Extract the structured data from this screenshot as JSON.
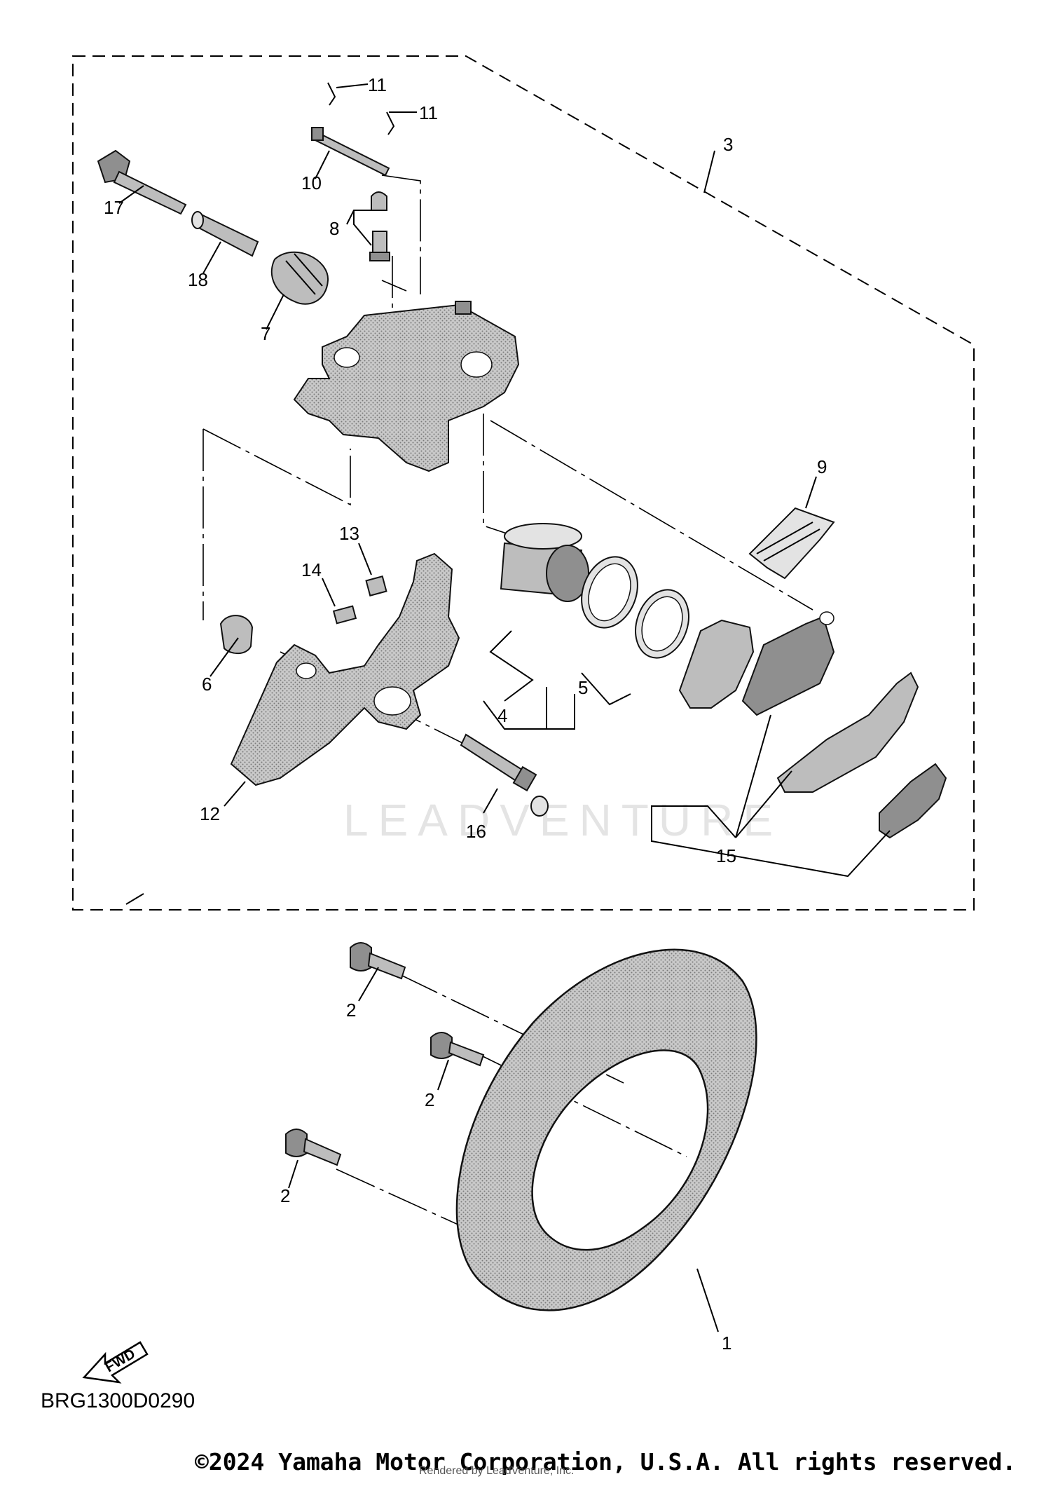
{
  "callouts": [
    "1",
    "2",
    "3",
    "4",
    "5",
    "6",
    "7",
    "8",
    "9",
    "10",
    "11",
    "12",
    "13",
    "14",
    "15",
    "16",
    "17",
    "18"
  ],
  "diagram_code": "BRG1300D0290",
  "fwd_label": "FWD",
  "watermark": "LEADVENTURE",
  "copyright": "©2024 Yamaha Motor Corporation, U.S.A. All rights reserved.",
  "rendered_by": "Rendered by LeadVenture, Inc."
}
